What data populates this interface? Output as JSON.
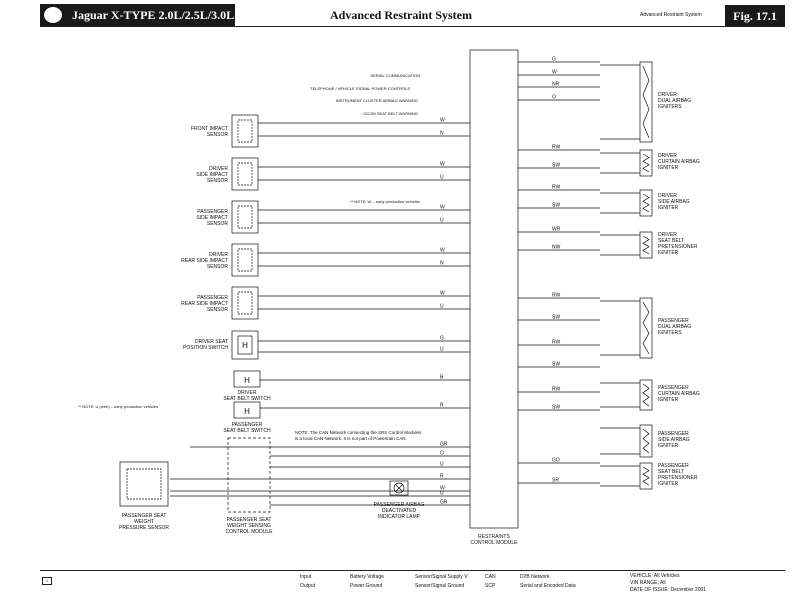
{
  "header": {
    "brand": "Jaguar X-TYPE 2.0L/2.5L/3.0L",
    "title": "Advanced Restraint System",
    "small_title": "Advanced Restraint System",
    "figure": "Fig. 17.1"
  },
  "sensors": [
    {
      "label1": "FRONT IMPACT",
      "label2": "SENSOR",
      "label3": ""
    },
    {
      "label1": "DRIVER",
      "label2": "SIDE IMPACT",
      "label3": "SENSOR"
    },
    {
      "label1": "PASSENGER",
      "label2": "SIDE IMPACT",
      "label3": "SENSOR"
    },
    {
      "label1": "DRIVER",
      "label2": "REAR SIDE IMPACT",
      "label3": "SENSOR"
    },
    {
      "label1": "PASSENGER",
      "label2": "REAR SIDE IMPACT",
      "label3": "SENSOR"
    }
  ],
  "switches": {
    "seat_position": [
      "DRIVER SEAT",
      "POSITION SWITCH"
    ],
    "driver_belt": [
      "DRIVER",
      "SEAT BELT SWITCH"
    ],
    "pass_belt": [
      "PASSENGER",
      "SEAT BELT SWITCH"
    ],
    "weight_pressure": [
      "PASSENGER SEAT",
      "WEIGHT",
      "PRESSURE SENSOR"
    ],
    "weight_module": [
      "PASSENGER SEAT",
      "WEIGHT SENSING",
      "CONTROL MODULE"
    ]
  },
  "module": {
    "label1": "RESTRAINTS",
    "label2": "CONTROL MODULE"
  },
  "indicator": [
    "PASSENGER AIRBAG",
    "DEACTIVATED",
    "INDICATOR LAMP"
  ],
  "igniters": [
    [
      "DRIVER",
      "DUAL AIRBAG",
      "IGNITERS"
    ],
    [
      "DRIVER",
      "CURTAIN AIRBAG",
      "IGNITER"
    ],
    [
      "DRIVER",
      "SIDE AIRBAG",
      "IGNITER"
    ],
    [
      "DRIVER",
      "SEAT BELT",
      "PRETENSIONER",
      "IGNITER"
    ],
    [
      "PASSENGER",
      "DUAL AIRBAG",
      "IGNITERS"
    ],
    [
      "PASSENGER",
      "CURTAIN AIRBAG",
      "IGNITER"
    ],
    [
      "PASSENGER",
      "SIDE AIRBAG",
      "IGNITER"
    ],
    [
      "PASSENGER",
      "SEAT BELT",
      "PRETENSIONER",
      "IGNITER"
    ]
  ],
  "notes": {
    "early1": "** NOTE: W – early production vehicles",
    "early2": "** NOTE: U (wire) – early production vehicles",
    "can1": "NOTE: The CAN Network connecting the SRS Control Modules",
    "can2": "is a local CAN Network. It is not part of Powertrain CAN."
  },
  "comms": [
    "SERIAL COMMUNICATION",
    "TELEPHONE / VEHICLE SIGNAL POWER CONTROLS",
    "INSTRUMENT CLUSTER AIRBAG WARNING",
    "GCOM SEAT BELT WARNING"
  ],
  "wire_colors": {
    "left": [
      "W",
      "N",
      "W",
      "U",
      "W",
      "U",
      "W",
      "N",
      "W",
      "U",
      "G",
      "U",
      "B",
      "R",
      "GR",
      "O",
      "U",
      "R",
      "W",
      "U",
      "GR"
    ],
    "right": [
      "G",
      "W",
      "NR",
      "O",
      "RW",
      "SW",
      "RW",
      "SW",
      "WR",
      "NW",
      "RW",
      "SW",
      "RW",
      "SW",
      "RW",
      "SW",
      "GO",
      "SR"
    ]
  },
  "footer": {
    "legend": [
      "Input",
      "Output",
      "Battery Voltage",
      "Power Ground",
      "Sensor/Signal Supply V",
      "Sensor/Signal Ground",
      "CAN",
      "SCP",
      "D2B Network",
      "Serial and Encoded Data"
    ],
    "vehicle": "VEHICLE: All Vehicles",
    "vin": "VIN RANGE: All",
    "date": "DATE OF ISSUE: December 2001"
  }
}
